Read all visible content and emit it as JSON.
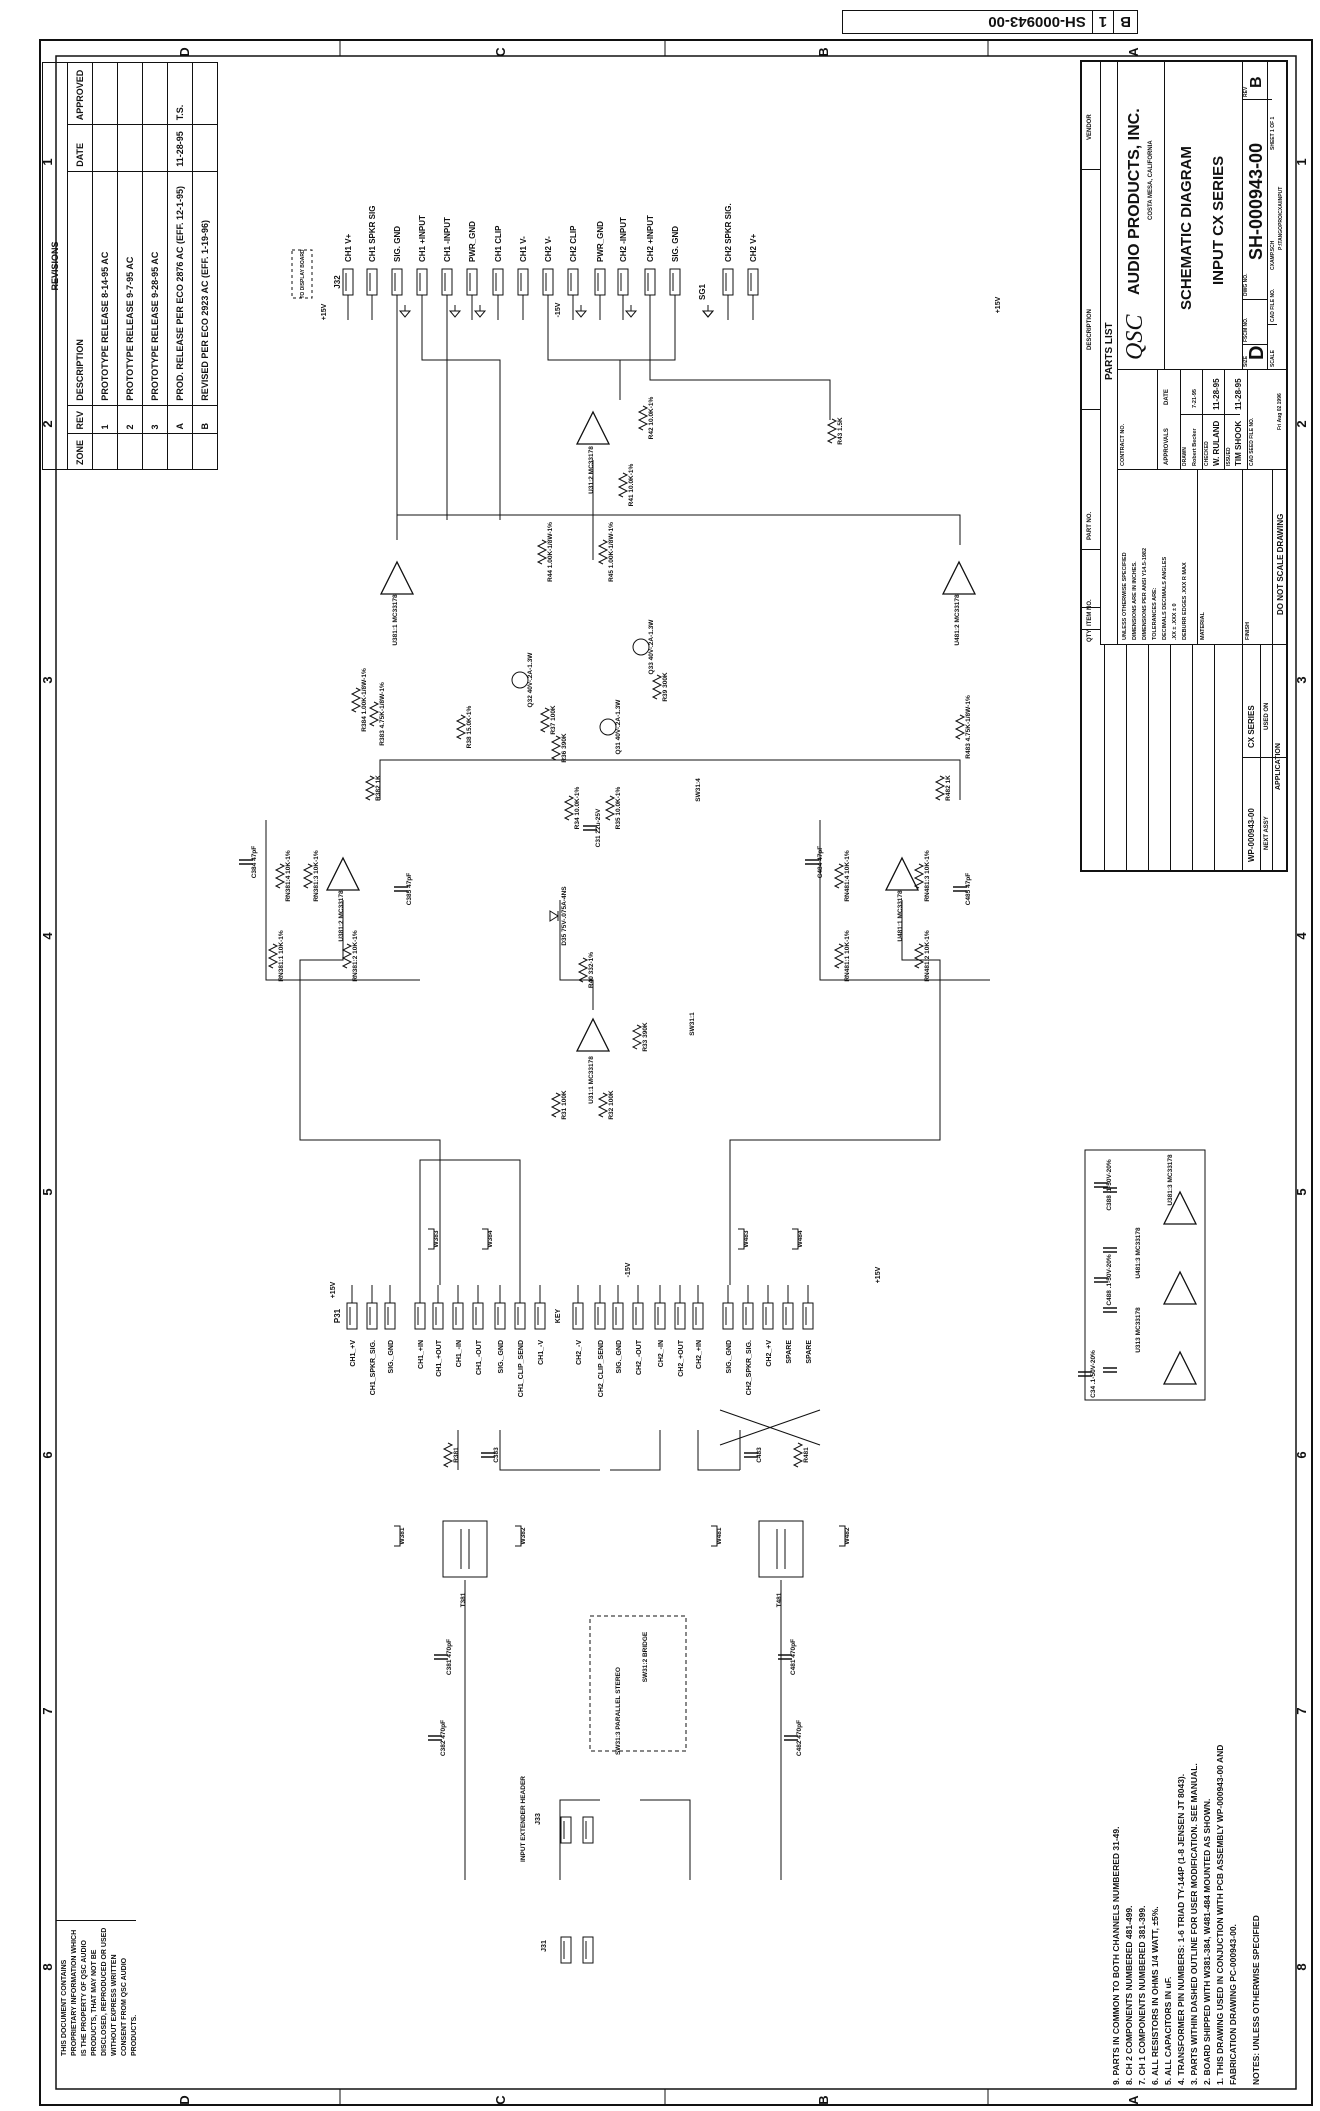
{
  "sheet_stamp": {
    "dwg_no": "SH-000943-00",
    "sheet": "1",
    "rev": "B"
  },
  "zones": {
    "letters": [
      "D",
      "C",
      "B",
      "A"
    ],
    "numbers": [
      "1",
      "2",
      "3",
      "4",
      "5",
      "6",
      "7",
      "8"
    ]
  },
  "revisions": {
    "title": "REVISIONS",
    "headers": [
      "ZONE",
      "REV",
      "DESCRIPTION",
      "DATE",
      "APPROVED"
    ],
    "rows": [
      [
        "",
        "1",
        "PROTOTYPE RELEASE 8-14-95 AC",
        "",
        ""
      ],
      [
        "",
        "2",
        "PROTOTYPE RELEASE 9-7-95 AC",
        "",
        ""
      ],
      [
        "",
        "3",
        "PROTOTYPE RELEASE 9-28-95 AC",
        "",
        ""
      ],
      [
        "",
        "A",
        "PROD. RELEASE PER ECO 2876 AC (EFF. 12-1-95)",
        "11-28-95",
        "T.S."
      ],
      [
        "",
        "B",
        "REVISED PER ECO 2923 AC (EFF. 1-19-96)",
        "",
        ""
      ]
    ]
  },
  "title_block": {
    "parts_headers": [
      "QTY",
      "ITEM NO.",
      "PART NO.",
      "DESCRIPTION",
      "VENDOR"
    ],
    "parts_list": "PARTS LIST",
    "tolerances": [
      "UNLESS OTHERWISE SPECIFIED",
      "DIMENSIONS ARE IN INCHES.",
      "DIMENSIONS PER ANSI Y14.5-1982",
      "TOLERANCES ARE:",
      "DECIMALS   DECIMALS   ANGLES",
      ".XX ±    .XXX ±      0",
      "DEBURR EDGES .XXX R MAX"
    ],
    "material": "MATERIAL",
    "finish": "FINISH",
    "do_not_scale": "DO NOT SCALE DRAWING",
    "contract_no": "CONTRACT NO.",
    "approvals": "APPROVALS",
    "date": "DATE",
    "drawn_label": "DRAWN",
    "drawn_name": "Robert Becker",
    "drawn_date": "7-21-95",
    "checked_label": "CHECKED",
    "checked_name": "W. RULAND",
    "checked_date": "11-28-95",
    "issued_label": "ISSUED",
    "issued_name": "TIM SHOOK",
    "issued_date": "11-28-95",
    "cad_seed": "CAD SEED FILE NO.",
    "plot_date": "Fri Aug 02 1996",
    "logo": "QSC",
    "company": "AUDIO PRODUCTS, INC.",
    "location": "COSTA MESA, CALIFORNIA",
    "title1": "SCHEMATIC DIAGRAM",
    "title2": "INPUT CX SERIES",
    "size_label": "SIZE",
    "size": "D",
    "fscm_label": "FSCM NO.",
    "dwg_label": "DWG NO.",
    "dwg_no": "SH-000943-00",
    "rev_label": "REV",
    "rev": "B",
    "scale_label": "SCALE",
    "cad_file_label": "CAD FILE NO.",
    "cad_file": "CXAMP.SCH",
    "sheet": "SHEET 1 OF 1",
    "path": "P:\\TANGOPRO\\CXA\\INPUT",
    "next_assy_value": "WP-000943-00",
    "used_on_value": "CX SERIES",
    "next_assy": "NEXT ASSY",
    "used_on": "USED ON",
    "application": "APPLICATION"
  },
  "notes": {
    "title": "NOTES: UNLESS OTHERWISE SPECIFIED",
    "items": [
      "9. PARTS IN COMMON TO BOTH CHANNELS NUMBERED 31-49.",
      "8. CH 2 COMPONENTS NUMBERED 481-499.",
      "7. CH 1 COMPONENTS NUMBERED 381-399.",
      "6. ALL RESISTORS IN OHMS 1/4 WATT, ±5%.",
      "5. ALL CAPACITORS IN uF.",
      "4. TRANSFORMER PIN NUMBERS: 1-6 TRIAD TY-144P (1-8 JENSEN JT 8043).",
      "3. PARTS WITHIN DASHED OUTLINE FOR USER MODIFICATION. SEE MANUAL.",
      "2. BOARD SHIPPED WITH W381-384, W481-484 MOUNTED AS SHOWN.",
      "1. THIS DRAWING USED IN CONJUCTION WITH PCB ASSEMBLY WP-000943-00 AND FABRICATION DRAWING PC-000943-00."
    ]
  },
  "proprietary": "THIS DOCUMENT CONTAINS PROPRIETARY INFORMATION WHICH IS THE PROPERTY OF QSC AUDIO PRODUCTS, THAT MAY NOT BE DISCLOSED, REPRODUCED OR USED WITHOUT EXPRESS WRITTEN CONSENT FROM QSC AUDIO PRODUCTS.",
  "connectors": {
    "j32": {
      "ref": "J32",
      "note": "TO DISPLAY BOARD",
      "pins": [
        "CH1 V+",
        "CH1 SPKR SIG",
        "SIG. GND",
        "CH1 +INPUT",
        "CH1 -INPUT",
        "PWR_GND",
        "CH1 CLIP",
        "CH1 V-",
        "CH2 V-",
        "CH2 CLIP",
        "PWR_GND",
        "CH2 -INPUT",
        "CH2 +INPUT",
        "SIG. GND",
        "CH2 SPKR SIG.",
        "CH2 V+"
      ]
    },
    "p31": {
      "ref": "P31",
      "key": "KEY",
      "pins": [
        "CH1_+V",
        "CH1_SPKR_SIG.",
        "SIG._GND",
        "CH1_+IN",
        "CH1_+OUT",
        "CH1_-IN",
        "CH1_-OUT",
        "SIG._GND",
        "CH1_CLIP_SEND",
        "CH1_-V",
        "CH2_-V",
        "CH2_CLIP_SEND",
        "SIG._GND",
        "CH2_-OUT",
        "CH2_-IN",
        "CH2_+OUT",
        "CH2_+IN",
        "SIG._GND",
        "CH2_SPKR_SIG.",
        "CH2_+V",
        "SPARE",
        "SPARE"
      ]
    },
    "j33": {
      "ref": "J33",
      "note": "INPUT EXTENDER HEADER"
    },
    "j31": {
      "ref": "J31"
    }
  },
  "supplies": {
    "pos": "+15V",
    "neg": "-15V",
    "sg": "SG1"
  },
  "components": [
    "U381:1 MC33178",
    "U381:2 MC33178",
    "U481:2 MC33178",
    "U481:1 MC33178",
    "U31:2 MC33178",
    "U31:1 MC33178",
    "R384 1.00K-1/8W-1%",
    "R383 4.75K-1/8W-1%",
    "R382 1K",
    "R483 4.75K-1/8W-1%",
    "R482 1K",
    "R44 1.00K-1/8W-1%",
    "R45 1.00K-1/8W-1%",
    "R41 10.0K-1%",
    "R42 10.0K-1%",
    "R43 1.5K",
    "Q32 40V-.2A-1.3W",
    "Q33 40V-.2A-1.3W",
    "Q31 40V-.2A-1.3W",
    "R38 15.0K-1%",
    "R37 100K",
    "R36 390K",
    "R39 300K",
    "R34 10.0K-1%",
    "R35 10.0K-1%",
    "C31 22u-25V",
    "D35 75V-.075A-4NS",
    "R40 332-1%",
    "R31 100K",
    "R32 100K",
    "R33 390K",
    "SW31:1",
    "C384 47pF",
    "C385 47pF",
    "RN381:4 10K-1%",
    "RN381:3 10K-1%",
    "RN381:1 10K-1%",
    "RN381:2 10K-1%",
    "C484 47pF",
    "C485 47pF",
    "RN481:4 10K-1%",
    "RN481:3 10K-1%",
    "RN481:1 10K-1%",
    "RN481:2 10K-1%",
    "T381",
    "R381",
    "C383",
    "W381",
    "W382",
    "T481",
    "C483",
    "R481",
    "W481",
    "W482",
    "C381 470pF",
    "C382 470pF",
    "C481 470pF",
    "C482 470pF",
    "SW31:2 BRIDGE",
    "SW31:3 PARALLEL STEREO",
    "C34 .1-50V-20%",
    "U313 MC33178",
    "U481:3 MC33178",
    "U381:3 MC33178",
    "C388 .1-50V-20%",
    "C488 .1-50V-20%",
    "W383",
    "W384",
    "W483",
    "W484",
    "SW31:4"
  ]
}
